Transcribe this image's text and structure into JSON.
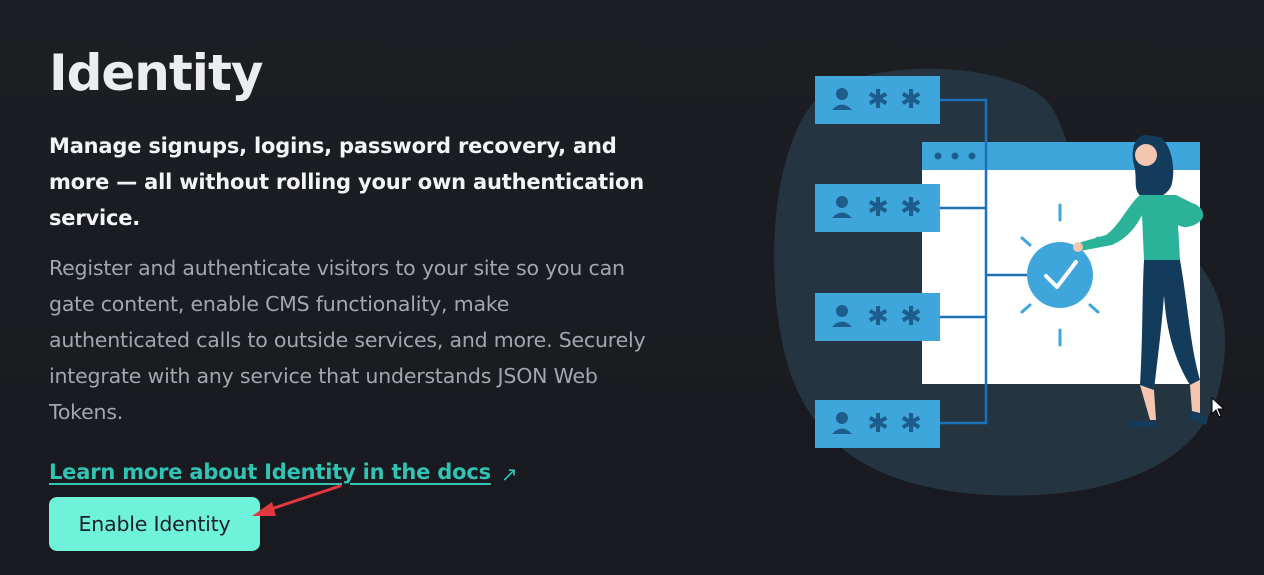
{
  "page": {
    "title": "Identity",
    "lead": "Manage signups, logins, password recovery, and more — all without rolling your own authentication service.",
    "body": "Register and authenticate visitors to your site so you can gate content, enable CMS functionality, make authenticated calls to outside services, and more. Securely integrate with any service that understands JSON Web Tokens.",
    "docs_link": "Learn more about Identity in the docs",
    "docs_link_icon": "↗",
    "enable_button": "Enable Identity"
  },
  "icons": {
    "external_link": "external-link-icon",
    "user": "user-icon",
    "asterisk": "asterisk-icon",
    "checkmark": "checkmark-icon"
  },
  "colors": {
    "background": "#181a1f",
    "accent_teal": "#32c3b4",
    "button_bg": "#6ff2da",
    "illustration_blue": "#3fa6dc",
    "illustration_dark_blue": "#1d5d8c",
    "annotation_red": "#e0383e"
  }
}
